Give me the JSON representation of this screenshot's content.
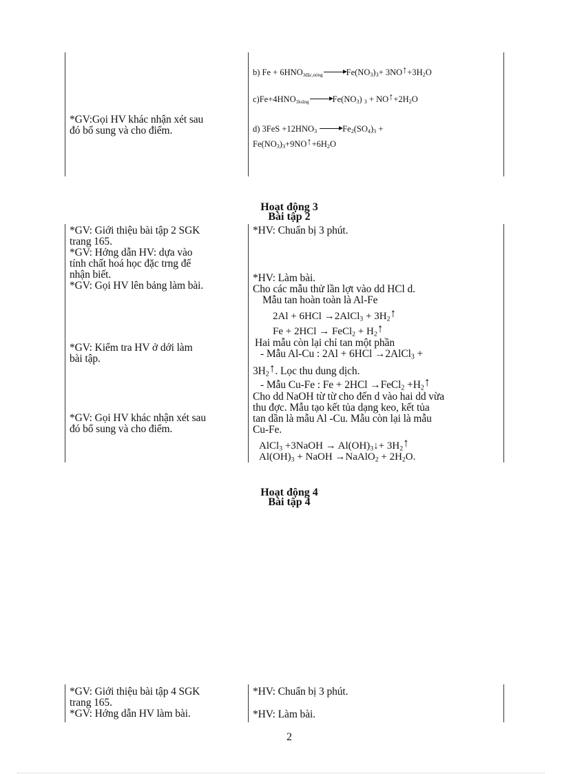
{
  "table1": {
    "left": [
      "*GV:Gọi HV khác nhận xét sau",
      "đó bổ sung và cho điểm."
    ],
    "equations": {
      "b_prefix": "b) Fe + 6HNO",
      "b_sub": "3đặc,nóng",
      "b_product": "Fe(NO",
      "b_rest1": ")",
      "b_rest2": "+ 3NO",
      "b_tail": "+3H",
      "b_tail2": "O",
      "c_prefix": "c)Fe+4HNO",
      "c_sub": "3loãng",
      "c_product": "Fe(NO",
      "c_rest": ") ",
      "c_no": "+ NO",
      "c_tail": "+2H",
      "c_tail2": "O",
      "d_line1_prefix": "d) 3FeS +12HNO",
      "d_line1_product": "Fe",
      "d_line1_rest": "(SO",
      "d_line1_end": " +",
      "d_line2_a": "Fe(NO",
      "d_line2_b": "+9NO",
      "d_line2_c": "+6H",
      "d_line2_d": "O"
    }
  },
  "section3": {
    "title": "Hoạt động 3",
    "subtitle": "Bài tập 2"
  },
  "table2": {
    "left": {
      "l1": "*GV: Giới thiệu bài tập 2 SGK",
      "l2": "trang 165.",
      "l3": "*GV: Hớng   dẫn HV: dựa vào",
      "l4": "tính chất hoá học đặc trng   để",
      "l5": "nhận biết.",
      "l6": "*GV: Gọi HV lên bảng làm bài.",
      "l7": "*GV: Kiểm tra HV ở dới   làm",
      "l8": "bài tập.",
      "l9": "*GV: Gọi HV khác nhận xét sau",
      "l10": "đó bổ sung và cho điểm."
    },
    "right": {
      "r1": "*HV: Chuẩn bị 3 phút.",
      "r2": "*HV: Làm bài.",
      "r3": "Cho các mẫu thử lần lợt   vào dd HCl d.",
      "r4": "Mẫu tan hoàn toàn là Al-Fe",
      "r5a": "2Al + 6HCl ",
      "r5b": "→",
      "r5c": "2AlCl",
      "r5d": " + 3H",
      "r6a": "Fe + 2HCl ",
      "r6b": "→",
      "r6c": " FeCl",
      "r6d": " + H",
      "r7": "Hai mẫu còn lại chỉ tan một phần",
      "r8a": "- Mẫu Al-Cu : 2Al + 6HCl ",
      "r8b": "→",
      "r8c": "2AlCl",
      "r8d": " +",
      "r9a": "3H",
      "r9b": ". Lọc thu dung dịch.",
      "r10a": "- Mẫu Cu-Fe : Fe + 2HCl ",
      "r10b": "→",
      "r10c": "FeCl",
      "r10d": " +H",
      "r11": "Cho dd NaOH từ từ cho đến d   vào hai dd vừa",
      "r12": "thu đợc.   Mẫu tạo kết tủa dạng keo, kết tủa",
      "r13": "tan dần là mẫu Al      -Cu. Mẫu còn lại là mẫu",
      "r14": "Cu-Fe.",
      "r15a": "AlCl",
      "r15b": " +3NaOH ",
      "r15c": "→",
      "r15d": "  Al(OH)",
      "r15e": "↓",
      "r15f": "+ 3H",
      "r16a": "Al(OH)",
      "r16b": " + NaOH ",
      "r16c": "→",
      "r16d": "NaAlO",
      "r16e": " + 2H",
      "r16f": "O."
    }
  },
  "section4": {
    "title": "Hoạt động 4",
    "subtitle": "Bài tập 4"
  },
  "table3": {
    "left": {
      "l1": "*GV: Giới thiệu bài tập 4 SGK",
      "l2": "trang 165.",
      "l3": "*GV: Hớng   dẫn HV làm bài."
    },
    "right": {
      "r1": "*HV: Chuẩn bị 3 phút.",
      "r2": "*HV: Làm bài."
    }
  },
  "symbols": {
    "up_arrow": "↑",
    "sub2": "2",
    "sub3": "3",
    "sub4": "4"
  },
  "page_number": "2"
}
